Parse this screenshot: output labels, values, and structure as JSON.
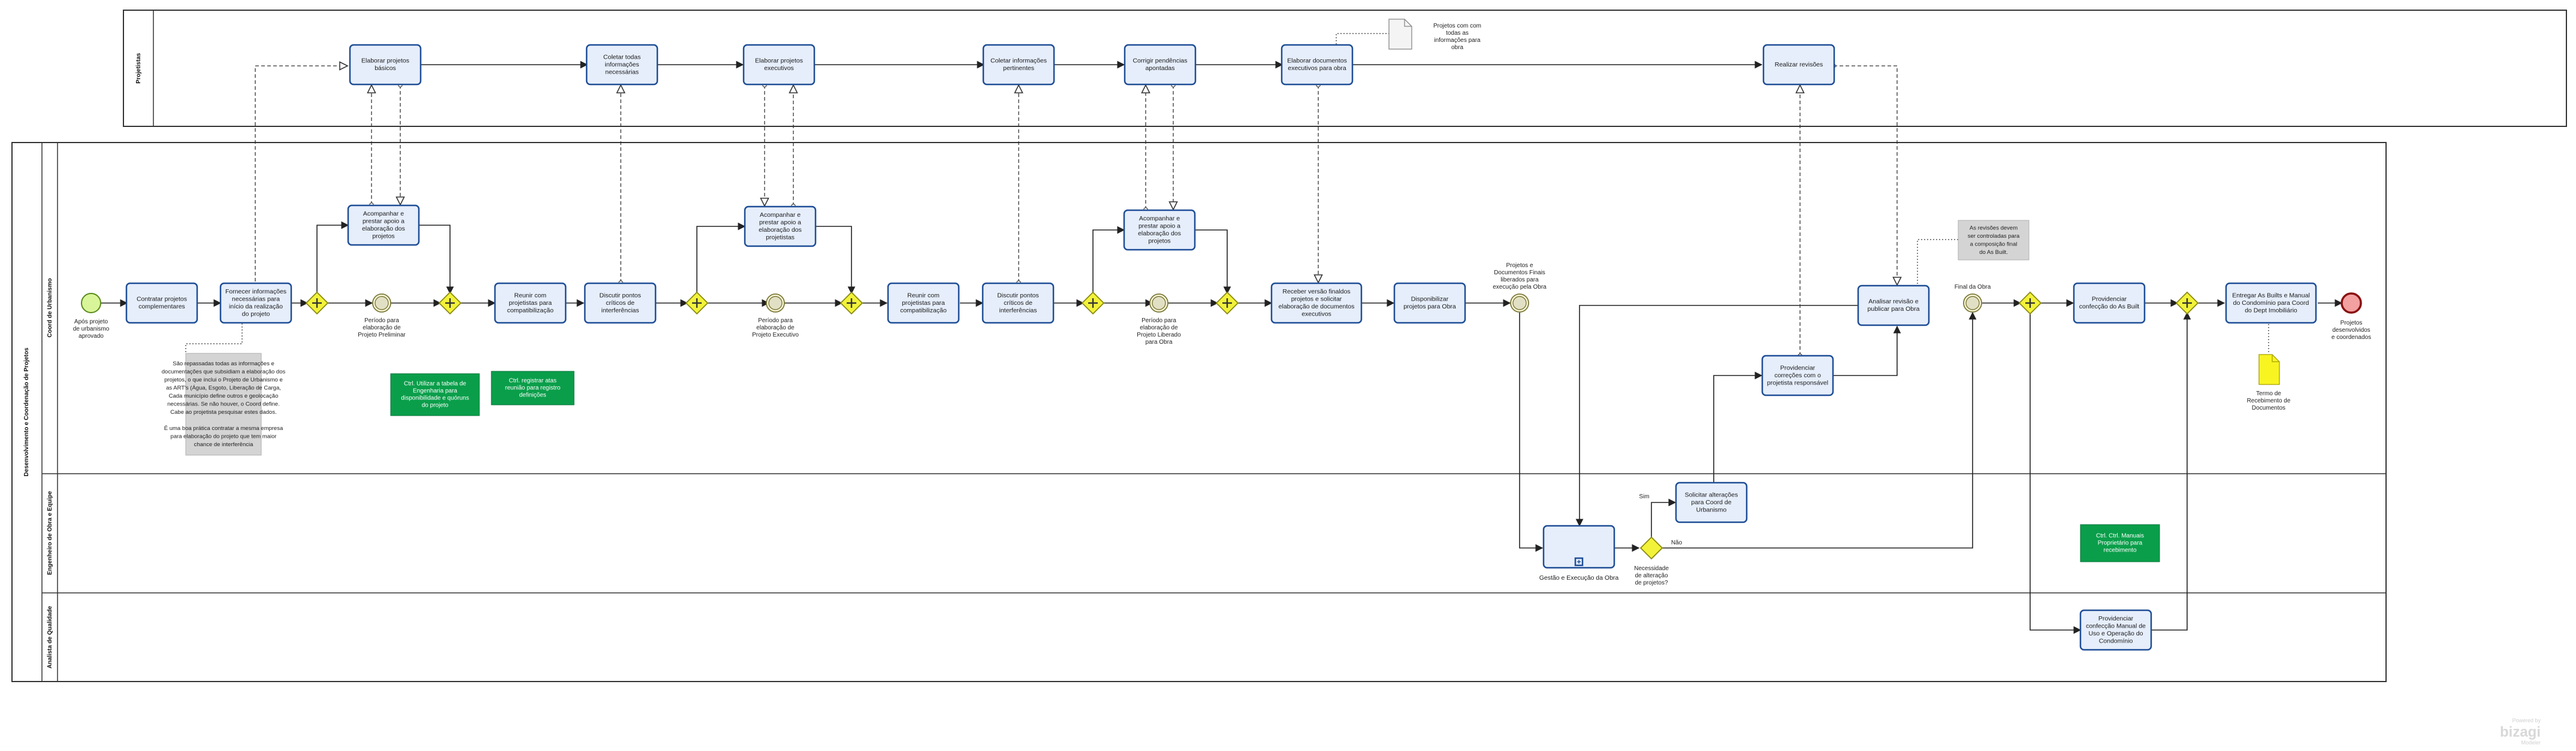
{
  "pools": {
    "projetistas": "Projetistas",
    "main": "Desenvolvimento e Coordenação de Projetos"
  },
  "lanes": {
    "coord": "Coord de Urbanismo",
    "engenheiro": "Engenheiro de Obra e Equipe",
    "qualidade": "Analista de Qualidade"
  },
  "tasks": {
    "p1": [
      "Elaborar projetos",
      "básicos"
    ],
    "p2": [
      "Coletar todas",
      "informações",
      "necessárias"
    ],
    "p3": [
      "Elaborar projetos",
      "executivos"
    ],
    "p4": [
      "Coletar informações",
      "pertinentes"
    ],
    "p5": [
      "Corrigir pendências",
      "apontadas"
    ],
    "p6": [
      "Elaborar documentos",
      "executivos para obra"
    ],
    "p7": [
      "Realizar revisões"
    ],
    "c1": [
      "Contratar projetos",
      "complementares"
    ],
    "c2": [
      "Fornecer informações",
      "necessárias para",
      "início da realização",
      "do projeto"
    ],
    "c3": [
      "Acompanhar e",
      "prestar apoio a",
      "elaboração dos",
      "projetos"
    ],
    "c4": [
      "Reunir com",
      "projetistas para",
      "compatibilização"
    ],
    "c5": [
      "Discutir pontos",
      "críticos de",
      "interferências"
    ],
    "c6": [
      "Acompanhar e",
      "prestar apoio a",
      "elaboração dos",
      "projetistas"
    ],
    "c7": [
      "Reunir com",
      "projetistas para",
      "compatibilização"
    ],
    "c8": [
      "Discutir pontos",
      "críticos de",
      "interferências"
    ],
    "c9": [
      "Acompanhar e",
      "prestar apoio a",
      "elaboração dos",
      "projetos"
    ],
    "c10": [
      "Receber versão finaldos",
      "projetos e solicitar",
      "elaboração de documentos",
      "executivos"
    ],
    "c11": [
      "Disponibilizar",
      "projetos para Obra"
    ],
    "c12": [
      "Providenciar",
      "correções com o",
      "projetista responsável"
    ],
    "c13": [
      "Analisar revisão e",
      "publicar para Obra"
    ],
    "c14": [
      "Providenciar",
      "confecção do As Built"
    ],
    "c15": [
      "Entregar As Builts e Manual",
      "do Condomínio para Coord",
      "do Dept Imobiliário"
    ],
    "e1": [],
    "e2": [
      "Solicitar alterações",
      "para Coord de",
      "Urbanismo"
    ],
    "q1": [
      "Providenciar",
      "confecção Manual de",
      "Uso e Operação do",
      "Condomínio"
    ]
  },
  "events": {
    "start": [
      "Após projeto",
      "de urbanismo",
      "aprovado"
    ],
    "ie1": [
      "Período para",
      "elaboração de",
      "Projeto Preliminar"
    ],
    "ie2": [
      "Período para",
      "elaboração de",
      "Projeto Executivo"
    ],
    "ie3": [
      "Período para",
      "elaboração de",
      "Projeto Liberado",
      "para Obra"
    ],
    "ie4": [
      "Projetos e",
      "Documentos Finais",
      "liberados para",
      "execução pela Obra"
    ],
    "ie5": [
      "Final da Obra"
    ],
    "end": [
      "Projetos",
      "desenvolvidos",
      "e coordenados"
    ]
  },
  "subprocess": [
    "Gestão e Execução da Obra"
  ],
  "gateway_excl": {
    "label": [
      "Necessidade",
      "de alteração",
      "de projetos?"
    ],
    "yes": "Sim",
    "no": "Não"
  },
  "artifacts": {
    "doc_projetos": [
      "Projetos com com",
      "todas as",
      "informações para",
      "obra"
    ],
    "doc_termo": [
      "Termo de",
      "Recebimento de",
      "Documentos"
    ]
  },
  "notes": {
    "grey1": [
      "São repassadas todas as informações e",
      "documentações que subsidiam a elaboração dos",
      "projetos, o que inclui o Projeto de Urbanismo e",
      "as ART's (Água, Esgoto, Liberação de Carga,",
      "Cada município define outros e geolocação",
      "necessárias. Se não houver, o Coord define.",
      "Cabe ao projetista pesquisar estes dados.",
      "",
      "É uma boa prática contratar a mesma empresa",
      "para elaboração do projeto que tem maior",
      "chance de interferência"
    ],
    "green1": [
      "Ctrl. Utilizar a tabela de",
      "Engenharia para",
      "disponibilidade e quóruns",
      "do projeto"
    ],
    "green2": [
      "Ctrl. registrar atas",
      "reunião para registro",
      "definições"
    ],
    "grey2": [
      "As revisões devem",
      "ser controladas para",
      "a composição final",
      "do As Built."
    ],
    "green3": [
      "Ctrl. Ctrl. Manuais",
      "Proprietário para",
      "recebimento"
    ]
  },
  "watermark": {
    "small": "Powered by",
    "brand": "bizagi",
    "sub": "Modeler"
  }
}
